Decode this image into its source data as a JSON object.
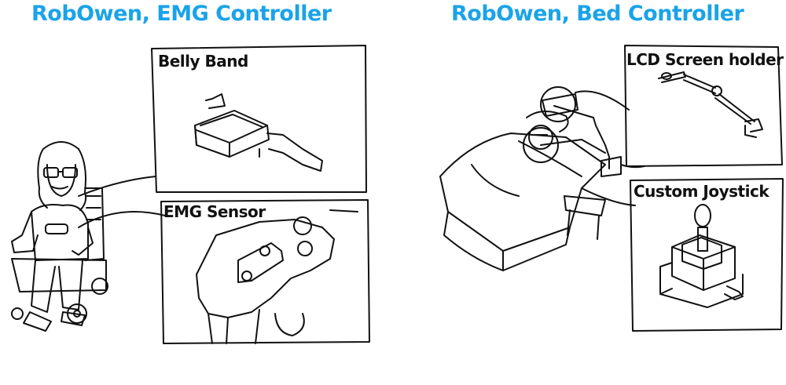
{
  "titles": {
    "left": "RobOwen, EMG Controller",
    "right": "RobOwen, Bed Controller"
  },
  "panels": {
    "belly_band": "Belly Band",
    "emg_sensor": "EMG Sensor",
    "lcd_holder": "LCD Screen holder",
    "joystick": "Custom Joystick"
  },
  "colors": {
    "title": "#1aa3e8",
    "ink": "#111111"
  }
}
